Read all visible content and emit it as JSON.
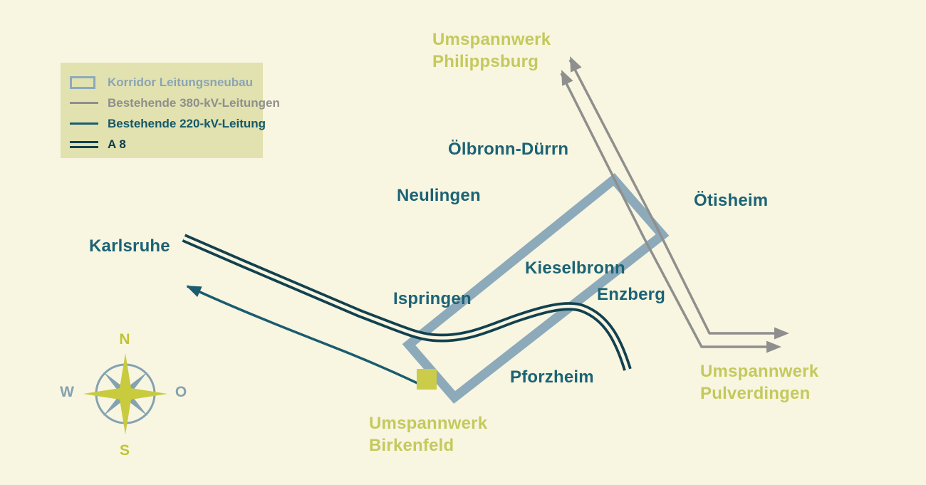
{
  "colors": {
    "background": "#f8f5e1",
    "legend_background": "#e1e2af",
    "corridor": "#8caaba",
    "line_380kv_gray": "#8f8f8d",
    "line_220kv_teal": "#1b5c6e",
    "a8_dark_teal": "#12414f",
    "place_label_teal": "#1b6375",
    "substation_label_olive": "#c3ca5c",
    "substation_square_olive": "#cbcc49",
    "compass_star_olive": "#c8cb3d",
    "compass_secondary_bluegray": "#84a2b0"
  },
  "legend": {
    "items": [
      {
        "label": "Korridor Leitungsneubau",
        "symbol": "corridor-rectangle"
      },
      {
        "label": "Bestehende 380-kV-Leitungen",
        "symbol": "gray-line"
      },
      {
        "label": "Bestehende 220-kV-Leitung",
        "symbol": "teal-line"
      },
      {
        "label": "A 8",
        "symbol": "double-line"
      }
    ]
  },
  "places": {
    "karlsruhe": "Karlsruhe",
    "neulingen": "Neulingen",
    "oelbronn_duerrn": "Ölbronn-Dürrn",
    "oetisheim": "Ötisheim",
    "kieselbronn": "Kieselbronn",
    "enzberg": "Enzberg",
    "ispringen": "Ispringen",
    "pforzheim": "Pforzheim"
  },
  "substations": {
    "philippsburg": "Umspannwerk\nPhilippsburg",
    "pulverdingen": "Umspannwerk\nPulverdingen",
    "birkenfeld": "Umspannwerk\nBirkenfeld"
  },
  "compass": {
    "north": "N",
    "east": "O",
    "south": "S",
    "west": "W"
  }
}
